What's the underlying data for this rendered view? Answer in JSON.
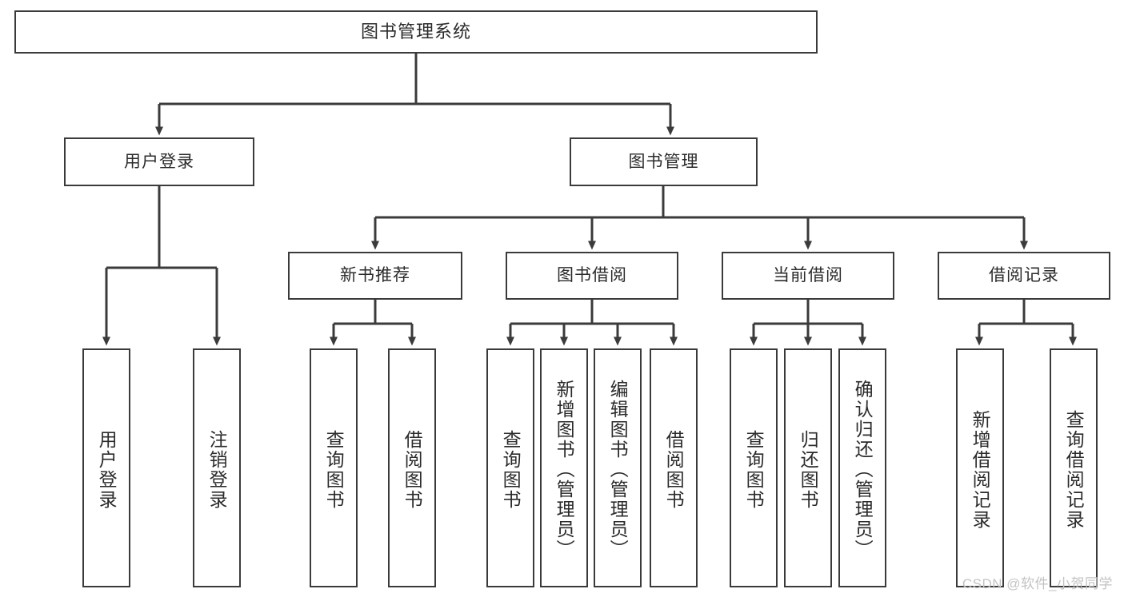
{
  "diagram": {
    "title": "图书管理系统",
    "type": "tree",
    "stroke_color": "#3b3b3b",
    "fill_color": "#ffffff",
    "text_color": "#2b2b2b",
    "background": "#ffffff",
    "root": {
      "label": "图书管理系统"
    },
    "level1": [
      {
        "label": "用户登录"
      },
      {
        "label": "图书管理"
      }
    ],
    "level2": [
      {
        "label": "新书推荐"
      },
      {
        "label": "图书借阅"
      },
      {
        "label": "当前借阅"
      },
      {
        "label": "借阅记录"
      }
    ],
    "leaves": {
      "user_login": [
        {
          "label": "用户登录"
        },
        {
          "label": "注销登录"
        }
      ],
      "new_book_recommend": [
        {
          "label": "查询图书"
        },
        {
          "label": "借阅图书"
        }
      ],
      "book_borrow": [
        {
          "label": "查询图书"
        },
        {
          "label": "新增图书（管理员）"
        },
        {
          "label": "编辑图书（管理员）"
        },
        {
          "label": "借阅图书"
        }
      ],
      "current_borrow": [
        {
          "label": "查询图书"
        },
        {
          "label": "归还图书"
        },
        {
          "label": "确认归还（管理员）"
        }
      ],
      "borrow_record": [
        {
          "label": "新增借阅记录"
        },
        {
          "label": "查询借阅记录"
        }
      ]
    }
  },
  "watermark": {
    "text": "CSDN @软件_小贺同学"
  }
}
